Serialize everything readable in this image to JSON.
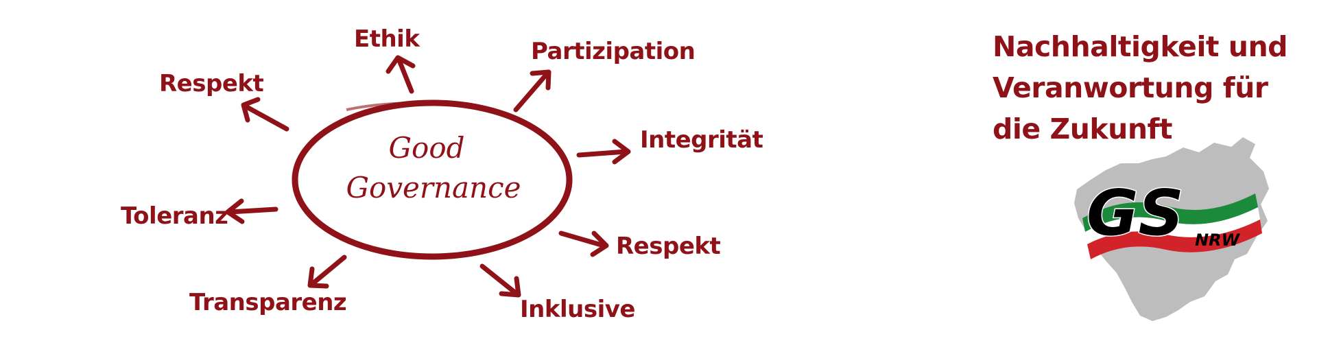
{
  "diagram": {
    "center_line1": "Good",
    "center_line2": "Governance",
    "keywords": {
      "ethik": "Ethik",
      "partizipation": "Partizipation",
      "respekt_left": "Respekt",
      "integritaet": "Integrität",
      "toleranz": "Toleranz",
      "respekt_right": "Respekt",
      "transparenz": "Transparenz",
      "inklusive": "Inklusive"
    }
  },
  "slogan": {
    "line1": "Nachhaltigkeit und",
    "line2": "Veranwortung für",
    "line3": "die Zukunft"
  },
  "logo": {
    "main": "GS",
    "sub": "NRW"
  },
  "colors": {
    "accent": "#8e1217",
    "map_gray": "#bdbdbd",
    "flag_green": "#1b8a3a",
    "flag_red": "#d2232a"
  }
}
